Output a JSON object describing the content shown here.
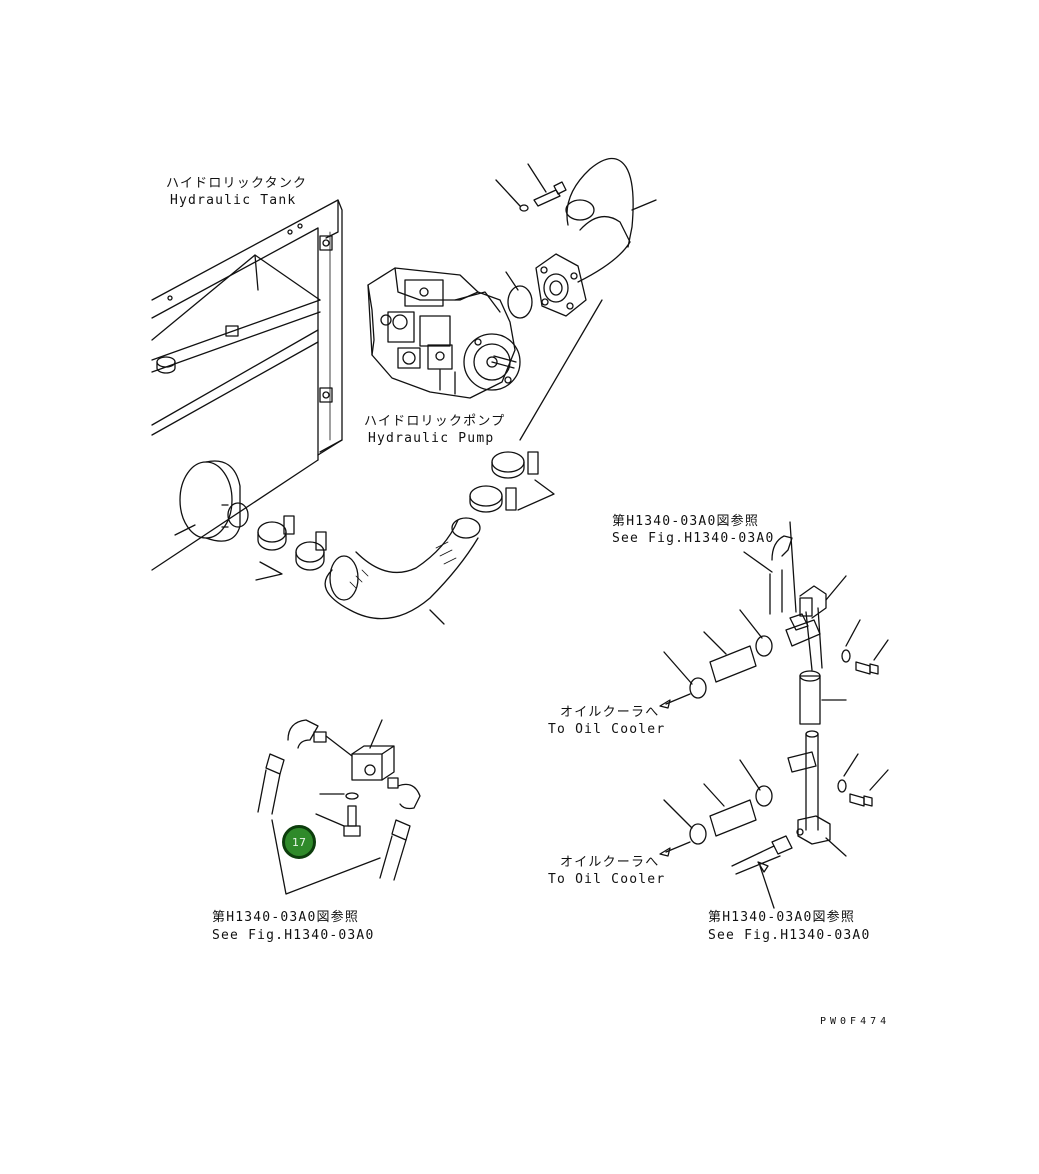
{
  "labels": {
    "tank_jp": "ハイドロリックタンク",
    "tank_en": "Hydraulic Tank",
    "pump_jp": "ハイドロリックポンプ",
    "pump_en": "Hydraulic Pump",
    "ref_top_jp": "第H1340-03A0図参照",
    "ref_top_en": "See Fig.H1340-03A0",
    "cooler1_jp": "オイルクーラへ",
    "cooler1_en": "To Oil Cooler",
    "cooler2_jp": "オイルクーラへ",
    "cooler2_en": "To Oil Cooler",
    "ref_left_jp": "第H1340-03A0図参照",
    "ref_left_en": "See Fig.H1340-03A0",
    "ref_right_jp": "第H1340-03A0図参照",
    "ref_right_en": "See Fig.H1340-03A0"
  },
  "callout": {
    "number": "17",
    "color": "#2f8a2a"
  },
  "drawing_code": "PW0F474"
}
